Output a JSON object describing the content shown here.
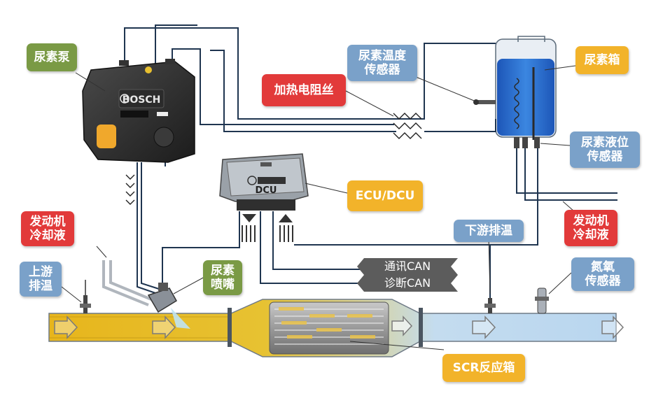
{
  "diagram": {
    "pump": {
      "label": "尿素泵",
      "brand": "BOSCH"
    },
    "dcu": {
      "label": "DCU"
    },
    "labels": {
      "urea_pump": "尿素泵",
      "urea_temp_sensor": [
        "尿素温度",
        "传感器"
      ],
      "heater_wire": "加热电阻丝",
      "urea_tank": "尿素箱",
      "urea_level_sensor": [
        "尿素液位",
        "传感器"
      ],
      "ecu_dcu": "ECU/DCU",
      "coolant_left": [
        "发动机",
        "冷却液"
      ],
      "coolant_right": [
        "发动机",
        "冷却液"
      ],
      "upstream_temp": [
        "上游",
        "排温"
      ],
      "urea_nozzle": [
        "尿素",
        "喷嘴"
      ],
      "downstream_temp": "下游排温",
      "nox_sensor": [
        "氮氧",
        "传感器"
      ],
      "scr_box": "SCR反应箱",
      "can_comm": "通讯CAN",
      "can_diag": "诊断CAN"
    },
    "colors": {
      "green": "#7a9a45",
      "blue": "#7aa1c9",
      "red": "#e23a3a",
      "orange": "#f2b32a",
      "exhaust_hot": "#e8b820",
      "exhaust_cool": "#bcd8f0",
      "tank_liquid": "#2f6fd0",
      "pipe": "#2a4a6a"
    }
  }
}
